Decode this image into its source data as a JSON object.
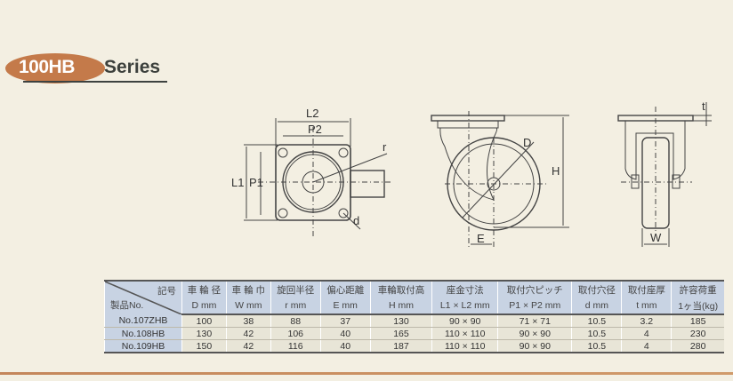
{
  "series": {
    "code": "100HB",
    "word": "Series",
    "accent_color": "#c47a4a"
  },
  "drawings": {
    "top_view": {
      "labels": {
        "L2": "L2",
        "P2": "P2",
        "L1": "L1",
        "P1": "P1",
        "r": "r",
        "d": "d"
      }
    },
    "side_view": {
      "labels": {
        "D": "D",
        "H": "H",
        "E": "E"
      }
    },
    "front_view": {
      "labels": {
        "t": "t",
        "W": "W"
      }
    }
  },
  "table": {
    "corner": {
      "top": "記号",
      "bottom": "製品No."
    },
    "headers": [
      {
        "jp": "車 輪 径",
        "unit": "D mm"
      },
      {
        "jp": "車 輪 巾",
        "unit": "W mm"
      },
      {
        "jp": "旋回半径",
        "unit": "r mm"
      },
      {
        "jp": "偏心距離",
        "unit": "E mm"
      },
      {
        "jp": "車輪取付高",
        "unit": "H mm"
      },
      {
        "jp": "座金寸法",
        "unit": "L1 × L2 mm"
      },
      {
        "jp": "取付穴ピッチ",
        "unit": "P1 × P2 mm"
      },
      {
        "jp": "取付穴径",
        "unit": "d mm"
      },
      {
        "jp": "取付座厚",
        "unit": "t mm"
      },
      {
        "jp": "許容荷重",
        "unit": "1ヶ当(kg)"
      }
    ],
    "rows": [
      {
        "no": "No.107ZHB",
        "cells": [
          "100",
          "38",
          "88",
          "37",
          "130",
          "90 × 90",
          "71 × 71",
          "10.5",
          "3.2",
          "185"
        ]
      },
      {
        "no": "No.108HB",
        "cells": [
          "130",
          "42",
          "106",
          "40",
          "165",
          "110 × 110",
          "90 × 90",
          "10.5",
          "4",
          "230"
        ]
      },
      {
        "no": "No.109HB",
        "cells": [
          "150",
          "42",
          "116",
          "40",
          "187",
          "110 × 110",
          "90 × 90",
          "10.5",
          "4",
          "280"
        ]
      }
    ]
  }
}
